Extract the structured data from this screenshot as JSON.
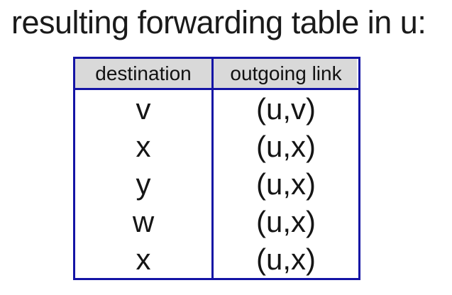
{
  "title": "resulting forwarding table in u:",
  "table": {
    "headers": {
      "destination": "destination",
      "outgoing_link": "outgoing link"
    },
    "rows": [
      {
        "destination": "v",
        "outgoing_link": "(u,v)"
      },
      {
        "destination": "x",
        "outgoing_link": "(u,x)"
      },
      {
        "destination": "y",
        "outgoing_link": "(u,x)"
      },
      {
        "destination": "w",
        "outgoing_link": "(u,x)"
      },
      {
        "destination": "x",
        "outgoing_link": "(u,x)"
      }
    ]
  },
  "colors": {
    "border_blue": "#1414A5",
    "header_background": "#D9D9D9",
    "text": "#1A1A1A",
    "page_background": "#FFFFFF"
  },
  "chart_data": {
    "type": "table",
    "title": "resulting forwarding table in u:",
    "columns": [
      "destination",
      "outgoing link"
    ],
    "rows": [
      [
        "v",
        "(u,v)"
      ],
      [
        "x",
        "(u,x)"
      ],
      [
        "y",
        "(u,x)"
      ],
      [
        "w",
        "(u,x)"
      ],
      [
        "x",
        "(u,x)"
      ]
    ],
    "layout": {
      "header_fill": "#D9D9D9",
      "border_color": "#1414A5",
      "grid": "outer-and-column-borders-only"
    }
  }
}
